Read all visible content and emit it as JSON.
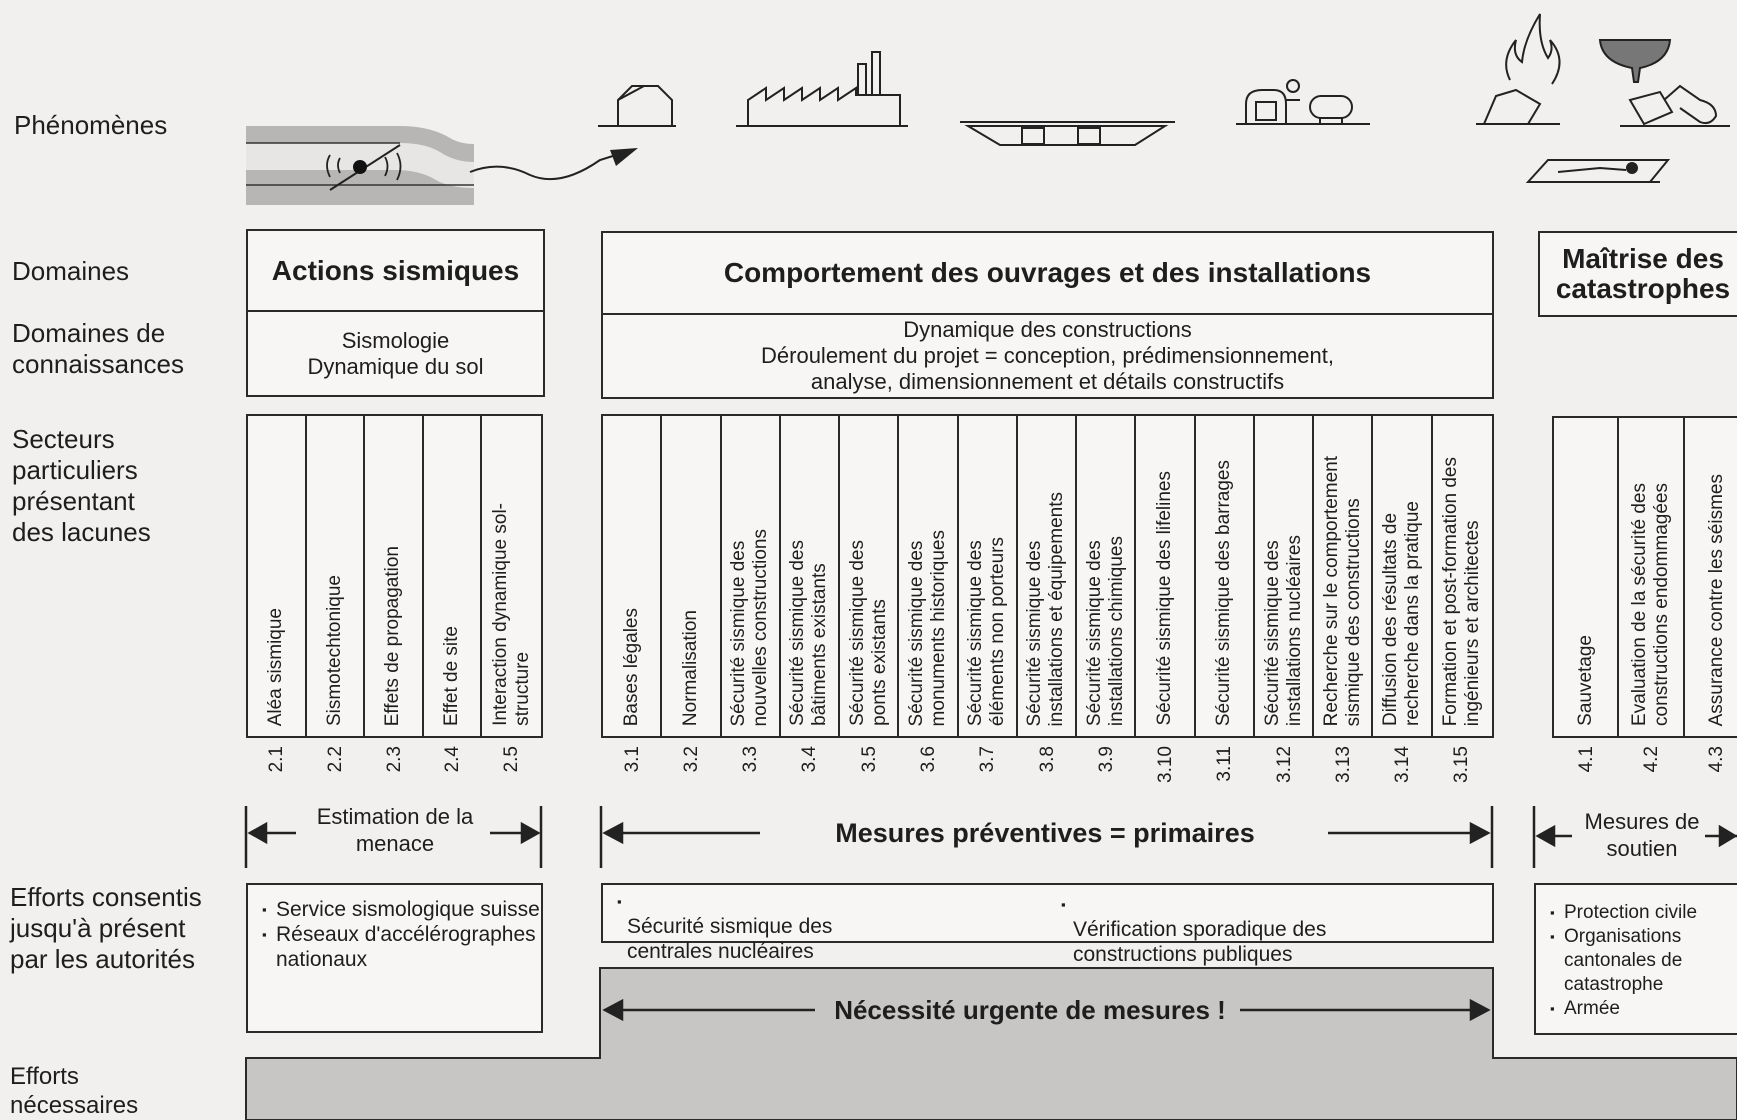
{
  "row_labels": {
    "phenomena": "Phénomènes",
    "domains": "Domaines",
    "knowledge": "Domaines de\nconnaissances",
    "sectors": "Secteurs\nparticuliers\nprésentant\ndes lacunes",
    "efforts_so_far": "Efforts consentis\njusqu'à présent\npar les autorités",
    "efforts_needed": "Efforts\nnécessaires"
  },
  "columns": [
    {
      "title": "Actions sismiques",
      "knowledge": "Sismologie\nDynamique du sol",
      "sectors": [
        {
          "num": "2.1",
          "label": "Aléa sismique"
        },
        {
          "num": "2.2",
          "label": "Sismotechtonique"
        },
        {
          "num": "2.3",
          "label": "Effets de propagation"
        },
        {
          "num": "2.4",
          "label": "Effet de site"
        },
        {
          "num": "2.5",
          "label": "Interaction dynamique sol-\nstructure"
        }
      ],
      "measure": "Estimation de la\nmenace",
      "efforts": [
        "Service sismologique suisse",
        "Réseaux d'accélérographes nationaux"
      ]
    },
    {
      "title": "Comportement des ouvrages et des installations",
      "knowledge": "Dynamique des constructions\nDéroulement du projet = conception, prédimensionnement,\nanalyse, dimensionnement et détails constructifs",
      "sectors": [
        {
          "num": "3.1",
          "label": "Bases légales"
        },
        {
          "num": "3.2",
          "label": "Normalisation"
        },
        {
          "num": "3.3",
          "label": "Sécurité sismique des\nnouvelles constructions"
        },
        {
          "num": "3.4",
          "label": "Sécurité sismique des\nbâtiments existants"
        },
        {
          "num": "3.5",
          "label": "Sécurité sismique des\nponts existants"
        },
        {
          "num": "3.6",
          "label": "Sécurité sismique des\nmonuments historiques"
        },
        {
          "num": "3.7",
          "label": "Sécurité sismique des\néléments non porteurs"
        },
        {
          "num": "3.8",
          "label": "Sécurité sismique des\ninstallations et équipements"
        },
        {
          "num": "3.9",
          "label": "Sécurité sismique des\ninstallations chimiques"
        },
        {
          "num": "3.10",
          "label": "Sécurité sismique des lifelines"
        },
        {
          "num": "3.11",
          "label": "Sécurité sismique des barrages"
        },
        {
          "num": "3.12",
          "label": "Sécurité sismique des\ninstallations nucléaires"
        },
        {
          "num": "3.13",
          "label": "Recherche sur le comportement\nsismique des constructions"
        },
        {
          "num": "3.14",
          "label": "Diffusion des résultats de\nrecherche dans la pratique"
        },
        {
          "num": "3.15",
          "label": "Formation et post-formation des\ningénieurs et architectes"
        }
      ],
      "measure": "Mesures préventives = primaires",
      "efforts_left": "Sécurité sismique des\ncentrales nucléaires",
      "efforts_right": "Vérification sporadique des\nconstructions publiques",
      "urgent": "Nécessité urgente de mesures !"
    },
    {
      "title": "Maîtrise des\ncatastrophes",
      "sectors": [
        {
          "num": "4.1",
          "label": "Sauvetage"
        },
        {
          "num": "4.2",
          "label": "Evaluation de la sécurité des\nconstructions endommagées"
        },
        {
          "num": "4.3",
          "label": "Assurance contre les séismes"
        }
      ],
      "measure": "Mesures de\nsoutien",
      "efforts": [
        "Protection civile",
        "Organisations cantonales de catastrophe",
        "Armée"
      ]
    }
  ],
  "colors": {
    "line": "#2a2a2a",
    "fill_grey": "#c8c6c4",
    "box_fill": "#f7f6f4",
    "background": "#f2f0ee"
  },
  "icons": [
    "fault-icon",
    "house-icon",
    "factory-icon",
    "bridge-icon",
    "industrial-plant-icon",
    "fire-icon",
    "explosion-icon",
    "victim-icon"
  ]
}
